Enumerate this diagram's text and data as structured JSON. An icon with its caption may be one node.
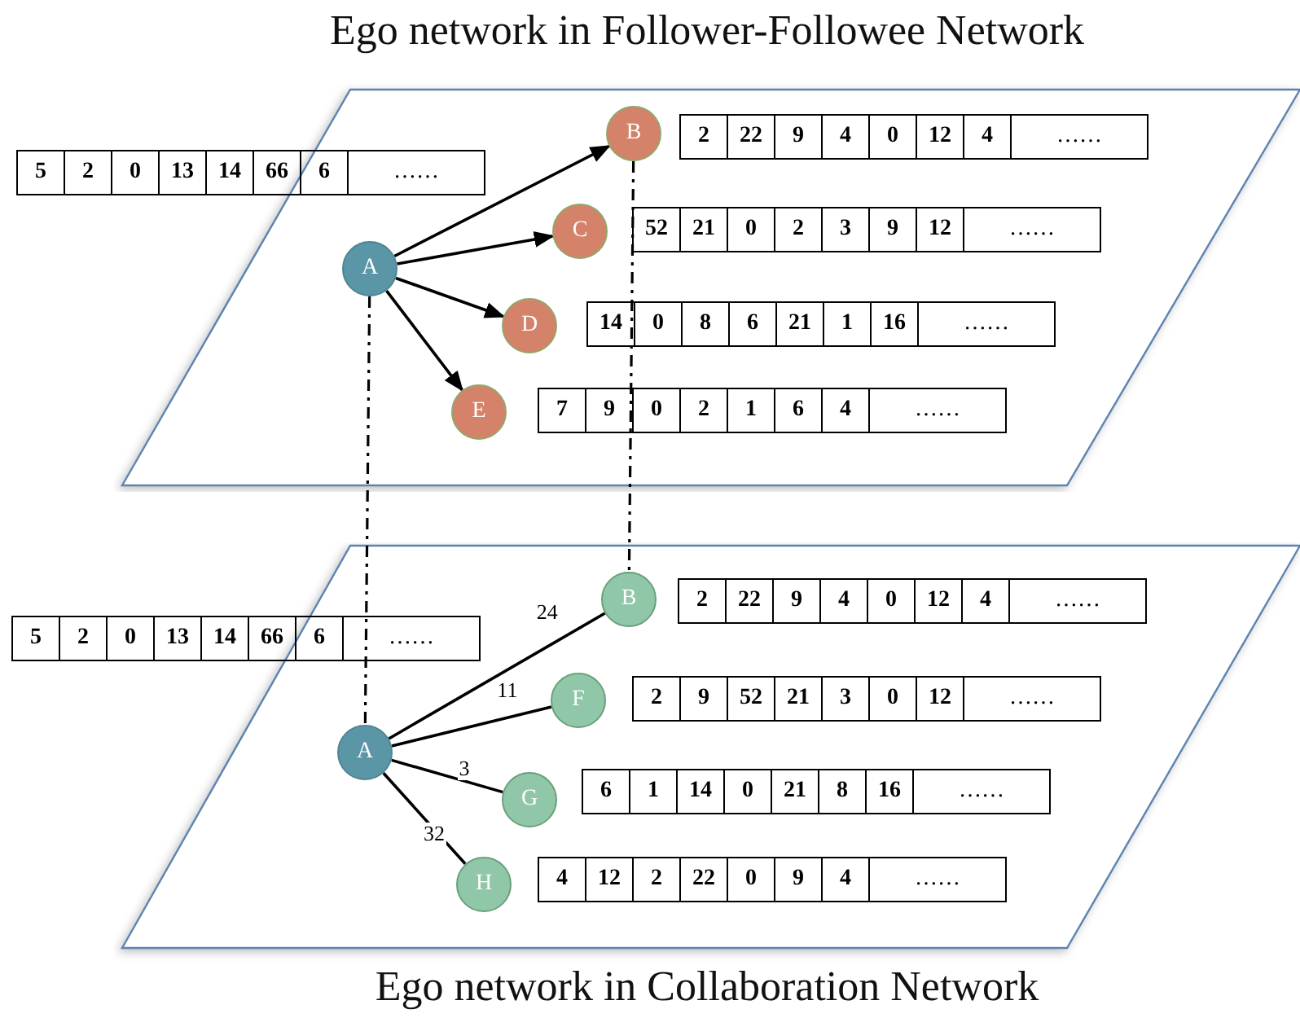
{
  "diagram": {
    "nodes": [
      {
        "text": [
          "Ego network in Follower-Followee Network"
        ]
      },
      {
        "text": [
          "Ego network in Collaboration Network"
        ]
      },
      {
        "text": [
          "A"
        ],
        "in": 0
      },
      {
        "text": [
          "B"
        ],
        "in": 0
      },
      {
        "text": [
          "C"
        ],
        "in": 0
      },
      {
        "text": [
          "D"
        ],
        "in": 0
      },
      {
        "text": [
          "E"
        ],
        "in": 0
      },
      {
        "text": [
          "A"
        ],
        "in": 1
      },
      {
        "text": [
          "B"
        ],
        "in": 1
      },
      {
        "text": [
          "F"
        ],
        "in": 1
      },
      {
        "text": [
          "G"
        ],
        "in": 1
      },
      {
        "text": [
          "H"
        ],
        "in": 1
      }
    ],
    "edges": [
      {
        "from": 2,
        "to": 3,
        "arrow": "to"
      },
      {
        "from": 2,
        "to": 4,
        "arrow": "to"
      },
      {
        "from": 2,
        "to": 5,
        "arrow": "to"
      },
      {
        "from": 2,
        "to": 6,
        "arrow": "to"
      },
      {
        "from": 7,
        "to": 8,
        "arrow": "none",
        "label": "24"
      },
      {
        "from": 7,
        "to": 9,
        "arrow": "none",
        "label": "11"
      },
      {
        "from": 7,
        "to": 10,
        "arrow": "none",
        "label": "3"
      },
      {
        "from": 7,
        "to": 11,
        "arrow": "none",
        "label": "32"
      },
      {
        "from": 2,
        "to": 7,
        "arrow": "none",
        "style": "dashed"
      },
      {
        "from": 3,
        "to": 8,
        "arrow": "none",
        "style": "dashed"
      }
    ],
    "labels": [
      "2",
      "22",
      "9",
      "4",
      "0",
      "12",
      "4",
      "……",
      "5",
      "2",
      "0",
      "13",
      "14",
      "66",
      "6",
      "……",
      "52",
      "21",
      "0",
      "2",
      "3",
      "9",
      "12",
      "……",
      "14",
      "0",
      "8",
      "6",
      "21",
      "1",
      "16",
      "……",
      "7",
      "9",
      "0",
      "2",
      "1",
      "6",
      "4",
      "……",
      "2",
      "22",
      "9",
      "4",
      "0",
      "12",
      "4",
      "……",
      "5",
      "2",
      "0",
      "13",
      "14",
      "66",
      "6",
      "……",
      "2",
      "9",
      "52",
      "21",
      "3",
      "0",
      "12",
      "……",
      "6",
      "1",
      "14",
      "0",
      "21",
      "8",
      "16",
      "……",
      "4",
      "12",
      "2",
      "22",
      "0",
      "9",
      "4",
      "……"
    ]
  }
}
